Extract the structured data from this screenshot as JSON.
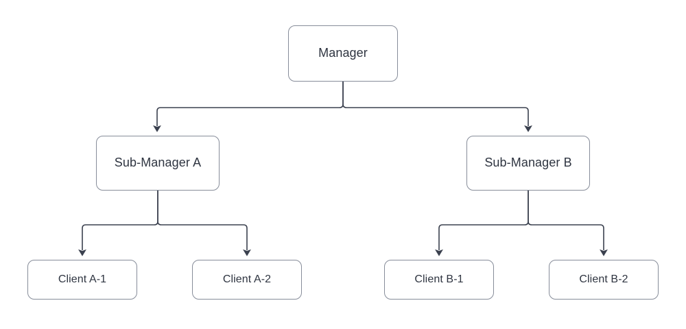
{
  "diagram": {
    "type": "hierarchy-tree",
    "background_color": "#ffffff",
    "node_fill": "#ffffff",
    "node_border_color": "#868c99",
    "edge_color": "#3a404e",
    "text_color": "#2e3440",
    "nodes": {
      "root": {
        "label": "Manager"
      },
      "sub_a": {
        "label": "Sub-Manager A"
      },
      "sub_b": {
        "label": "Sub-Manager B"
      },
      "client_a1": {
        "label": "Client A-1"
      },
      "client_a2": {
        "label": "Client A-2"
      },
      "client_b1": {
        "label": "Client B-1"
      },
      "client_b2": {
        "label": "Client B-2"
      }
    },
    "edges": [
      {
        "from": "Manager",
        "to": "Sub-Manager A",
        "arrow": "to"
      },
      {
        "from": "Manager",
        "to": "Sub-Manager B",
        "arrow": "to"
      },
      {
        "from": "Sub-Manager A",
        "to": "Client A-1",
        "arrow": "to"
      },
      {
        "from": "Sub-Manager A",
        "to": "Client A-2",
        "arrow": "to"
      },
      {
        "from": "Sub-Manager B",
        "to": "Client B-1",
        "arrow": "to"
      },
      {
        "from": "Sub-Manager B",
        "to": "Client B-2",
        "arrow": "to"
      }
    ]
  }
}
